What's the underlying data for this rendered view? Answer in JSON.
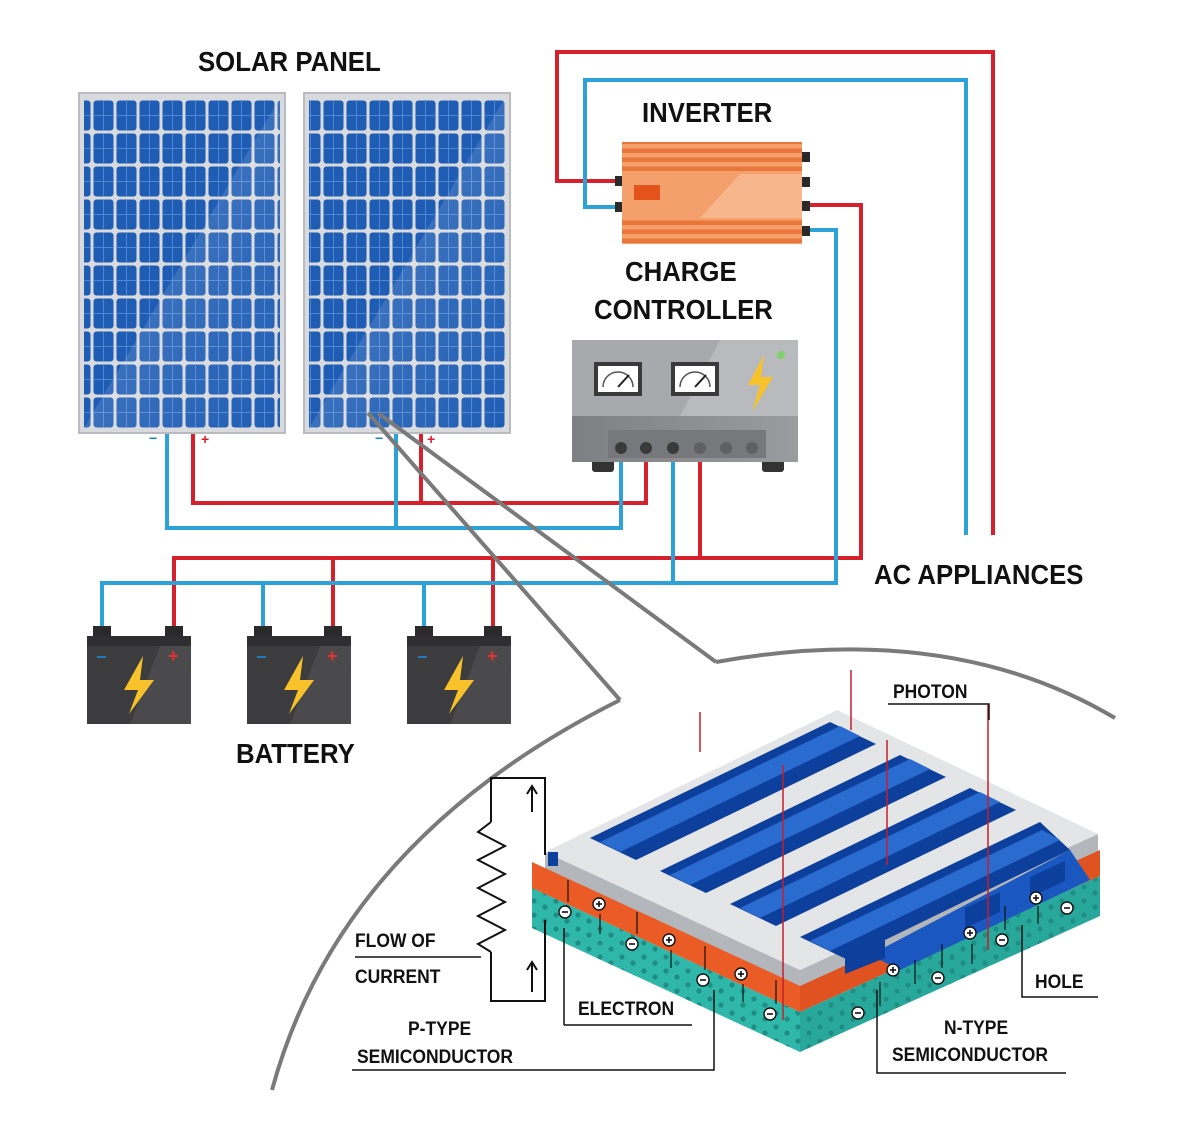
{
  "labels": {
    "solar_panel": "SOLAR PANEL",
    "inverter": "INVERTER",
    "charge_controller_line1": "CHARGE",
    "charge_controller_line2": "CONTROLLER",
    "ac_appliances": "AC APPLIANCES",
    "battery": "BATTERY",
    "photon": "PHOTON",
    "flow_of_current_line1": "FLOW OF",
    "flow_of_current_line2": "CURRENT",
    "electron": "ELECTRON",
    "hole": "HOLE",
    "p_type_line1": "P-TYPE",
    "p_type_line2": "SEMICONDUCTOR",
    "n_type_line1": "N-TYPE",
    "n_type_line2": "SEMICONDUCTOR"
  },
  "signs": {
    "minus": "−",
    "plus": "+"
  },
  "colors": {
    "wire_positive": "#d6202b",
    "wire_negative": "#2ba3d9",
    "panel_blue": "#1f5db4",
    "inverter_orange": "#f08a4b",
    "controller_gray": "#8d8f93",
    "battery_dark": "#3c3c3e",
    "bolt_yellow": "#f7c22a",
    "n_layer": "#ea5b25",
    "p_layer": "#2fb7aa",
    "contact_strip": "#0d3f9c"
  },
  "icons": [
    "lightning-bolt-icon",
    "gauge-meter-icon",
    "resistor-symbol-icon",
    "arrow-up-icon"
  ]
}
